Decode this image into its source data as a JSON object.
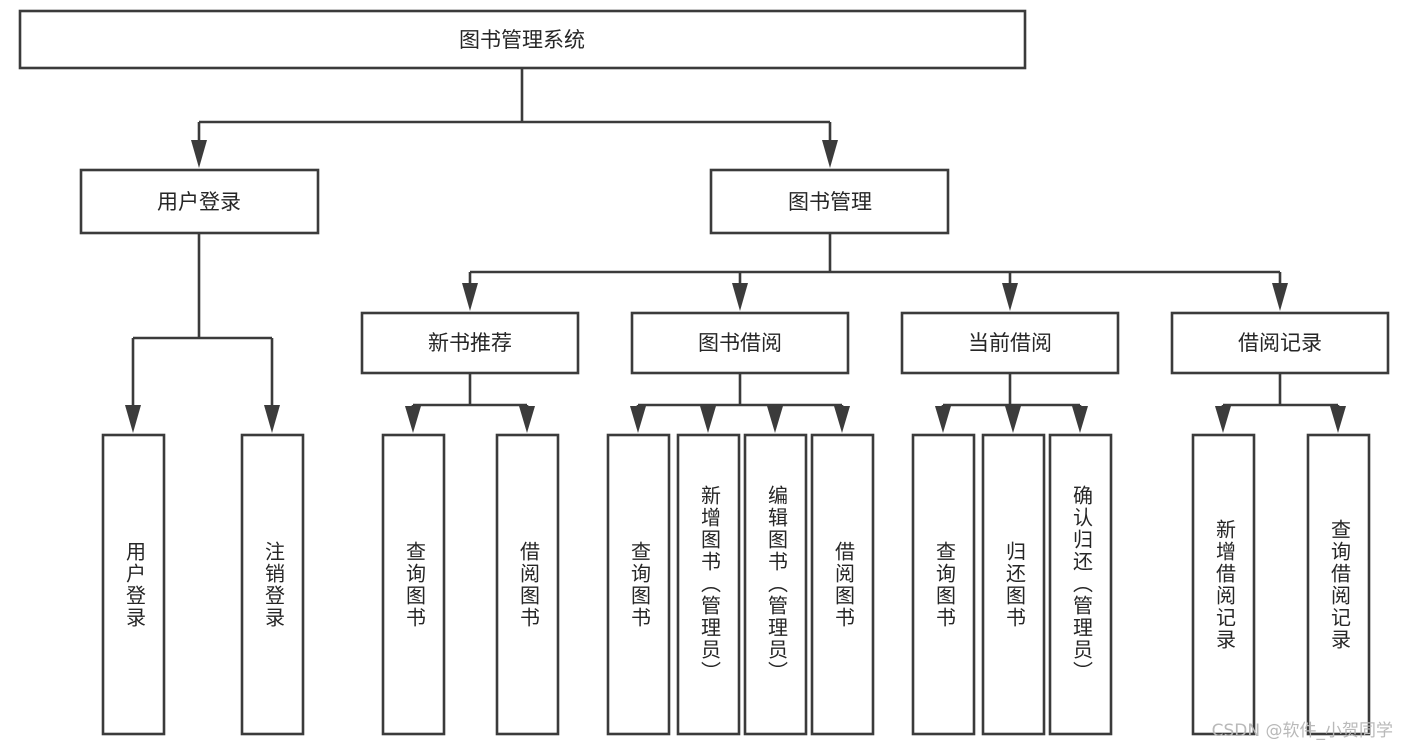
{
  "diagram": {
    "title": "图书管理系统",
    "watermark": "CSDN @软件_小贺同学",
    "colors": {
      "stroke": "#3b3b3b",
      "fill": "#ffffff",
      "text": "#262626",
      "watermark": "#b9b9b9"
    },
    "root": {
      "label": "图书管理系统"
    },
    "level1": [
      {
        "label": "用户登录"
      },
      {
        "label": "图书管理"
      }
    ],
    "level2": [
      {
        "label": "新书推荐"
      },
      {
        "label": "图书借阅"
      },
      {
        "label": "当前借阅"
      },
      {
        "label": "借阅记录"
      }
    ],
    "leaves": {
      "user_login": [
        {
          "label": "用户登录"
        },
        {
          "label": "注销登录"
        }
      ],
      "new_book_recommend": [
        {
          "label": "查询图书"
        },
        {
          "label": "借阅图书"
        }
      ],
      "book_borrow": [
        {
          "label": "查询图书"
        },
        {
          "label": "新增图书（管理员）"
        },
        {
          "label": "编辑图书（管理员）"
        },
        {
          "label": "借阅图书"
        }
      ],
      "current_borrow": [
        {
          "label": "查询图书"
        },
        {
          "label": "归还图书"
        },
        {
          "label": "确认归还（管理员）"
        }
      ],
      "borrow_record": [
        {
          "label": "新增借阅记录"
        },
        {
          "label": "查询借阅记录"
        }
      ]
    }
  }
}
